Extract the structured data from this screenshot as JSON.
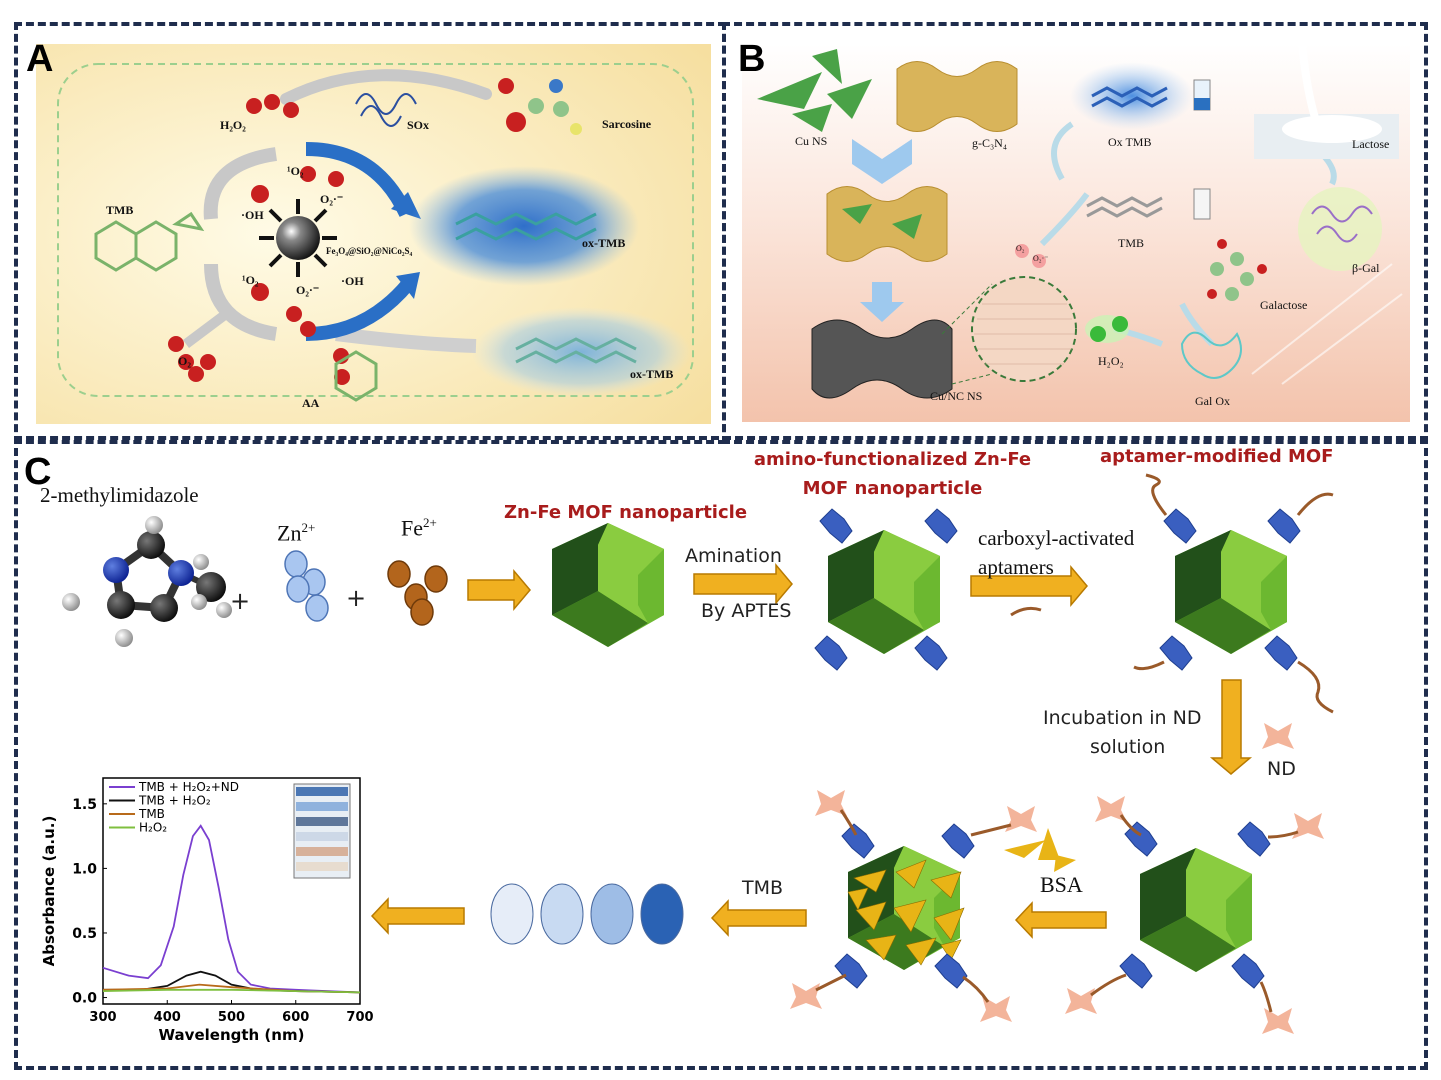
{
  "panels": {
    "a": {
      "letter": "A",
      "labels": {
        "h2o2": "H₂O₂",
        "sox": "SOx",
        "sarcosine": "Sarcosine",
        "tmb": "TMB",
        "singlet_o2_top": "¹O₂",
        "oh_top": "·OH",
        "superoxide_top": "O₂·⁻",
        "nanozyme": "Fe₃O₄@SiO₂@NiCo₂S₄",
        "ox_tmb_top": "ox-TMB",
        "singlet_o2_bottom": "¹O₂",
        "superoxide_bottom": "O₂·⁻",
        "oh_bottom": "·OH",
        "o2": "O₂",
        "aa": "AA",
        "ox_tmb_bottom": "ox-TMB"
      }
    },
    "b": {
      "letter": "B",
      "labels": {
        "cu_ns": "Cu NS",
        "g_c3n4": "g-C₃N₄",
        "ox_tmb": "Ox TMB",
        "tmb": "TMB",
        "lactose": "Lactose",
        "beta_gal": "β-Gal",
        "galactose": "Galactose",
        "h2o2": "H₂O₂",
        "gal_ox": "Gal Ox",
        "cu_nc_ns": "Cu/NC NS",
        "o2_a": "O₂",
        "o2_b": "O₂·⁻"
      }
    },
    "c": {
      "letter": "C",
      "labels": {
        "methylimidazole": "2-methylimidazole",
        "zn": "Zn",
        "zn_charge": "2+",
        "fe": "Fe",
        "fe_charge": "2+",
        "zn_fe_mof": "Zn-Fe MOF nanoparticle",
        "amination": "Amination",
        "by_aptes": "By APTES",
        "amino_mof_line1": "amino-functionalized Zn-Fe",
        "amino_mof_line2": "MOF nanoparticle",
        "carboxyl_line1": "carboxyl-activated",
        "carboxyl_line2": "aptamers",
        "aptamer_mof": "aptamer-modified MOF",
        "incubation_line1": "Incubation in ND",
        "incubation_line2": "solution",
        "nd": "ND",
        "bsa": "BSA",
        "tmb": "TMB",
        "plus": "+"
      }
    }
  },
  "colors": {
    "frame": "#1f2d4d",
    "red_title": "#a81c1c",
    "arrow_orange": "#f0b020",
    "arrow_stroke": "#b87a00",
    "mof_light": "#7ac23a",
    "mof_dark": "#235010",
    "aptamer_blue": "#3a5fc0",
    "nd_peach": "#f3b49a",
    "bsa_gold": "#e8b416"
  },
  "chart_data": {
    "type": "line",
    "xlabel": "Wavelength (nm)",
    "ylabel": "Absorbance (a.u.)",
    "xlim": [
      300,
      700
    ],
    "ylim": [
      -0.05,
      1.7
    ],
    "xticks": [
      300,
      400,
      500,
      600,
      700
    ],
    "yticks": [
      0.0,
      0.5,
      1.0,
      1.5
    ],
    "ytick_labels": [
      "0.0",
      "0.5",
      "1.0",
      "1.5"
    ],
    "legend_position": "top-left",
    "series": [
      {
        "name": "TMB + H₂O₂+ND",
        "color": "#7a3fd0",
        "x": [
          300,
          340,
          370,
          390,
          410,
          425,
          440,
          452,
          465,
          480,
          495,
          510,
          530,
          560,
          600,
          650,
          700
        ],
        "y": [
          0.23,
          0.17,
          0.15,
          0.25,
          0.55,
          0.95,
          1.25,
          1.33,
          1.22,
          0.85,
          0.45,
          0.2,
          0.1,
          0.07,
          0.06,
          0.05,
          0.04
        ]
      },
      {
        "name": "TMB + H₂O₂",
        "color": "#111111",
        "x": [
          300,
          360,
          400,
          430,
          452,
          475,
          500,
          540,
          600,
          700
        ],
        "y": [
          0.06,
          0.06,
          0.09,
          0.17,
          0.2,
          0.17,
          0.1,
          0.06,
          0.05,
          0.04
        ]
      },
      {
        "name": "TMB",
        "color": "#b86a1a",
        "x": [
          300,
          400,
          450,
          500,
          600,
          700
        ],
        "y": [
          0.06,
          0.07,
          0.1,
          0.08,
          0.05,
          0.04
        ]
      },
      {
        "name": "H₂O₂",
        "color": "#7fbf3f",
        "x": [
          300,
          400,
          500,
          600,
          700
        ],
        "y": [
          0.05,
          0.06,
          0.06,
          0.05,
          0.04
        ]
      }
    ]
  }
}
